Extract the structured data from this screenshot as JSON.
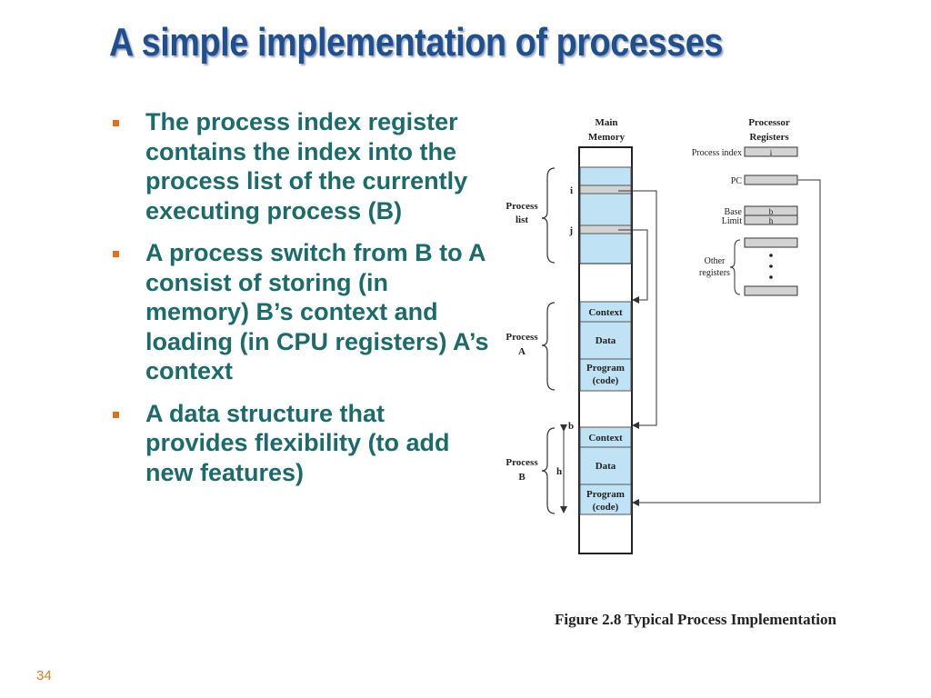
{
  "slide": {
    "title": "A simple implementation of processes",
    "bullets": [
      "The process index register contains the index into the process list of the currently executing process (B)",
      "A process switch from B to A consist of storing (in memory) B’s context and loading (in CPU registers) A’s context",
      "A data structure that provides flexibility (to add new features)"
    ],
    "page_number": "34"
  },
  "figure": {
    "caption": "Figure 2.8   Typical Process Implementation",
    "main_memory_label_1": "Main",
    "main_memory_label_2": "Memory",
    "processor_registers_label_1": "Processor",
    "processor_registers_label_2": "Registers",
    "process_list_label_1": "Process",
    "process_list_label_2": "list",
    "process_a_label_1": "Process",
    "process_a_label_2": "A",
    "process_b_label_1": "Process",
    "process_b_label_2": "B",
    "slot_i": "i",
    "slot_j": "j",
    "marker_b": "b",
    "marker_h": "h",
    "context_a": "Context",
    "data_a": "Data",
    "program_a_1": "Program",
    "program_a_2": "(code)",
    "context_b": "Context",
    "data_b": "Data",
    "program_b_1": "Program",
    "program_b_2": "(code)",
    "reg_process_index": "Process index",
    "reg_process_index_value": "i",
    "reg_pc": "PC",
    "reg_base": "Base",
    "reg_limit": "Limit",
    "reg_base_value": "b",
    "reg_limit_value": "h",
    "other_registers_1": "Other",
    "other_registers_2": "registers",
    "colors": {
      "memory_fill": "#bfe3f5",
      "register_fill": "#d3d3d3"
    }
  }
}
